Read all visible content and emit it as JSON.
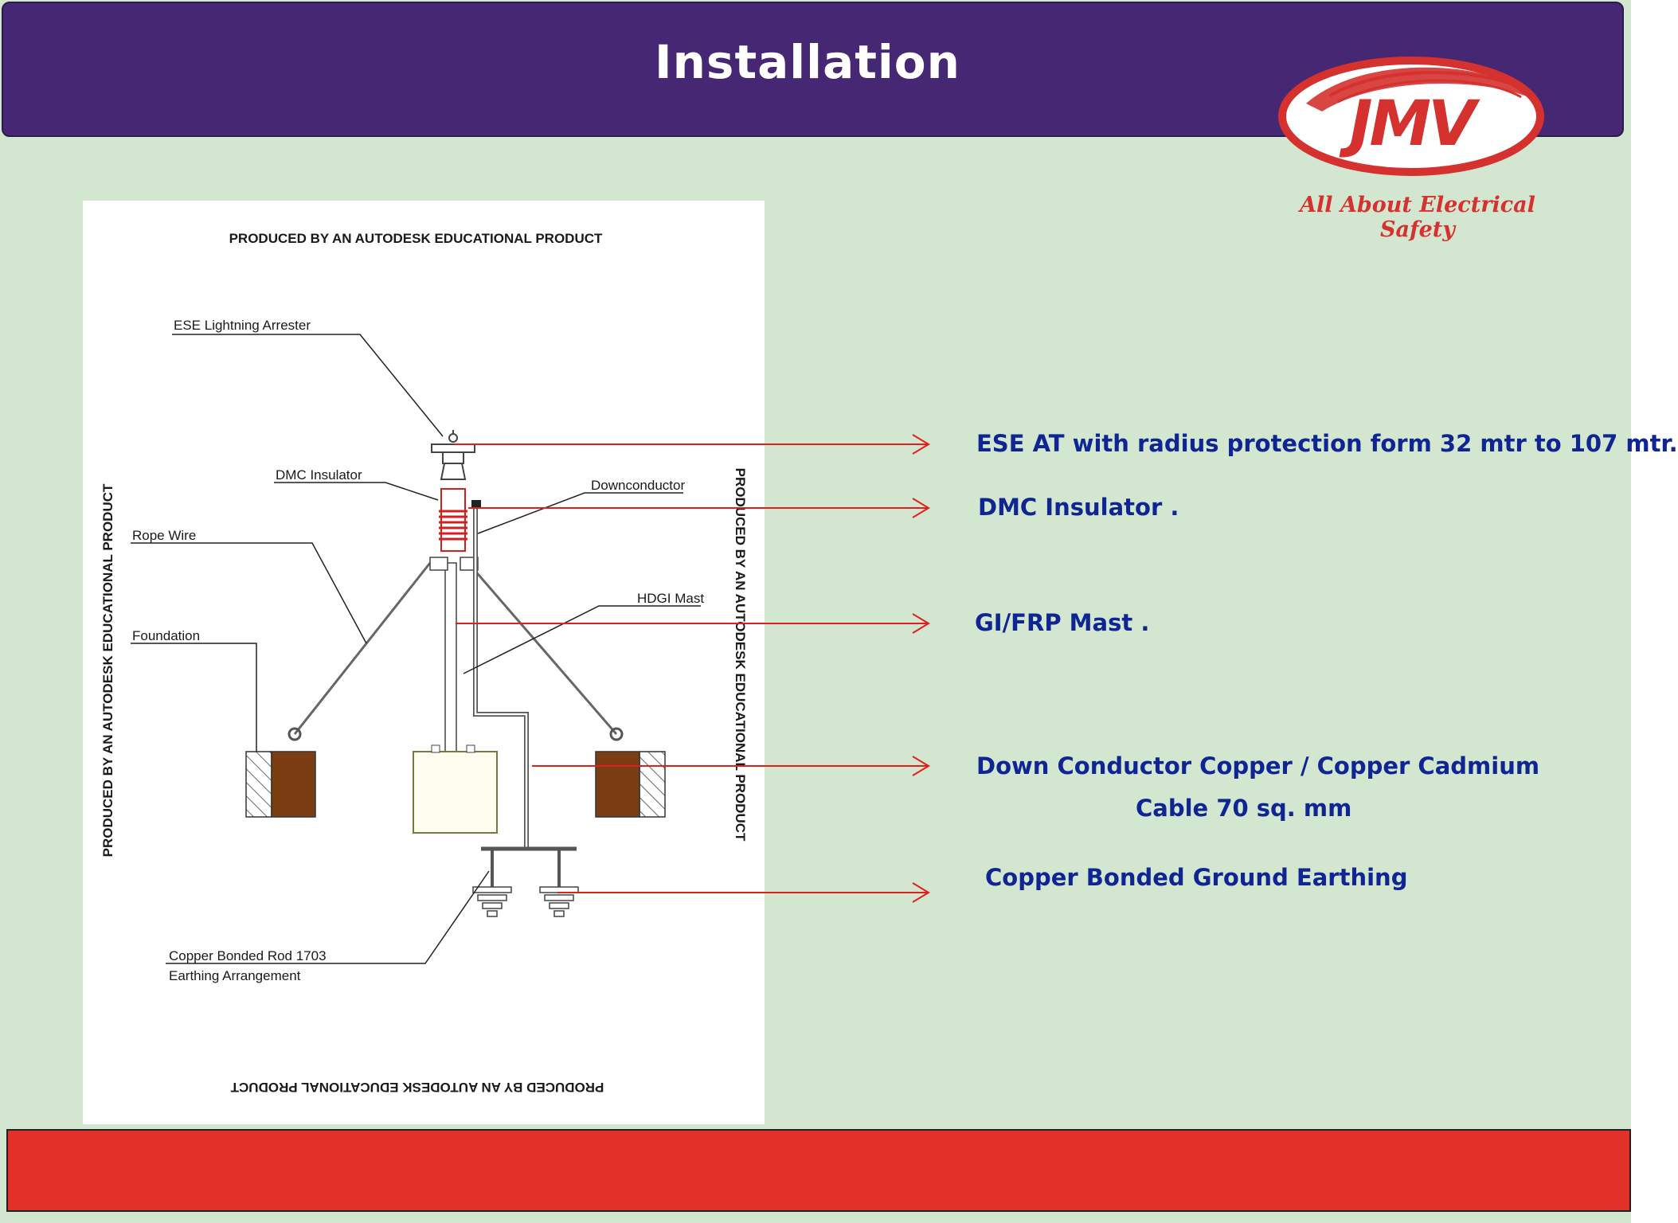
{
  "slide": {
    "title": "Installation",
    "brand": {
      "logo_text": "JMV",
      "tagline": "All About Electrical Safety",
      "colors": {
        "brand_red": "#d4312f",
        "header_purple": "#452773",
        "footer_red": "#e3312a",
        "background": "#d3e6cf",
        "label_blue": "#0f2593"
      }
    }
  },
  "drawing": {
    "watermark": "PRODUCED BY AN AUTODESK EDUCATIONAL PRODUCT",
    "callouts": {
      "ese_arrester": "ESE Lightning Arrester",
      "dmc_insulator": "DMC Insulator",
      "rope_wire": "Rope Wire",
      "foundation": "Foundation",
      "downconductor": "Downconductor",
      "hdgi_mast": "HDGI Mast",
      "rod_line1": "Copper Bonded Rod 1703",
      "rod_line2": "Earthing Arrangement"
    }
  },
  "labels": {
    "ese": "ESE AT  with radius protection form 32 mtr to 107 mtr.",
    "dmc": "DMC Insulator .",
    "mast": "GI/FRP Mast .",
    "down_line1": "Down Conductor Copper / Copper Cadmium",
    "down_line2": "Cable 70 sq. mm",
    "earthing": "Copper Bonded Ground  Earthing"
  }
}
